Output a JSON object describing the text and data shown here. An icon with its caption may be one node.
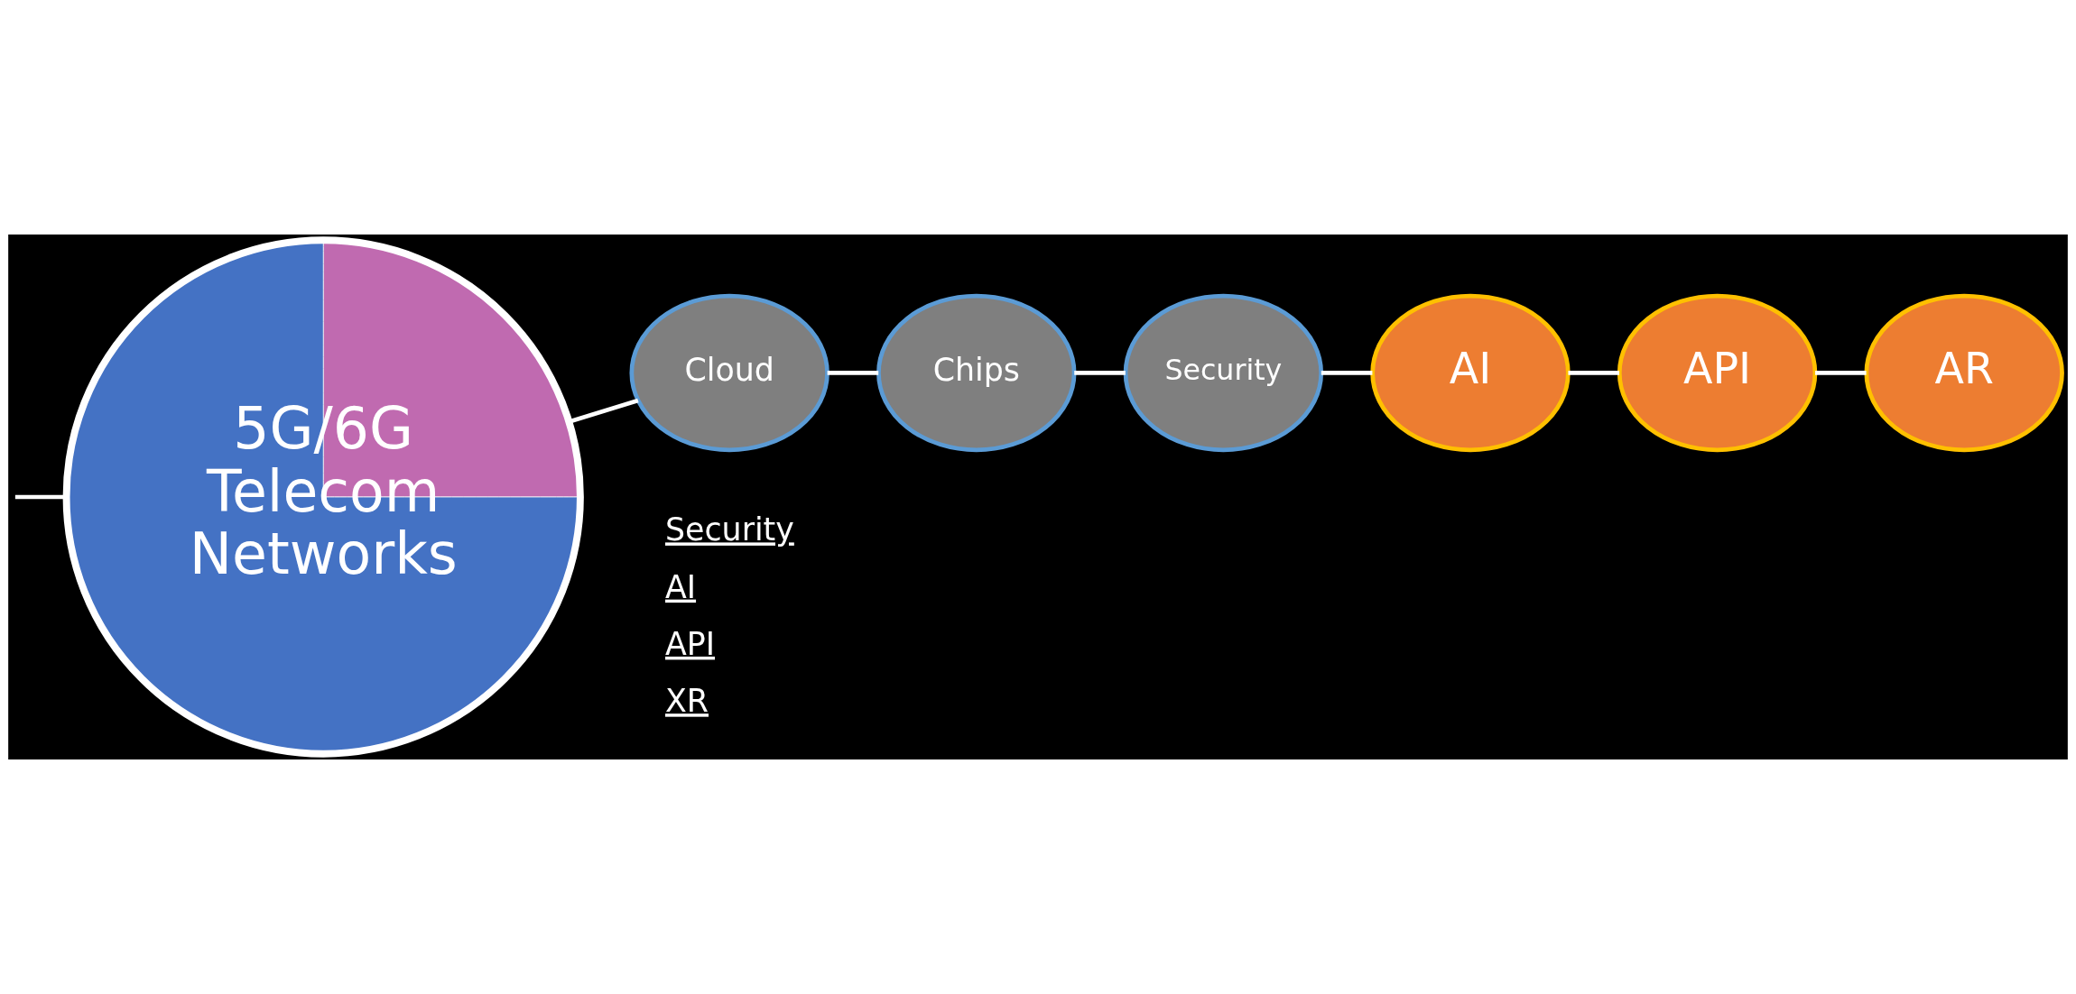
{
  "diagram": {
    "nodes": [
      {
        "text": [
          "5G/6G Telecom Networks"
        ]
      },
      {
        "text": [
          "Cloud"
        ]
      },
      {
        "text": [
          "Chips"
        ]
      },
      {
        "text": [
          "Security"
        ]
      },
      {
        "text": [
          "AI"
        ]
      },
      {
        "text": [
          "API"
        ]
      },
      {
        "text": [
          "AR"
        ]
      }
    ],
    "edges": [
      {
        "from": null,
        "to": 0,
        "arrow": "none"
      },
      {
        "from": 0,
        "to": 1,
        "arrow": "none"
      },
      {
        "from": 1,
        "to": 2,
        "arrow": "none"
      },
      {
        "from": 2,
        "to": 3,
        "arrow": "none"
      },
      {
        "from": 3,
        "to": 4,
        "arrow": "none"
      },
      {
        "from": 4,
        "to": 5,
        "arrow": "none"
      },
      {
        "from": 5,
        "to": 6,
        "arrow": "none"
      }
    ],
    "labels": [
      "Security",
      "AI",
      "API",
      "XR"
    ]
  }
}
